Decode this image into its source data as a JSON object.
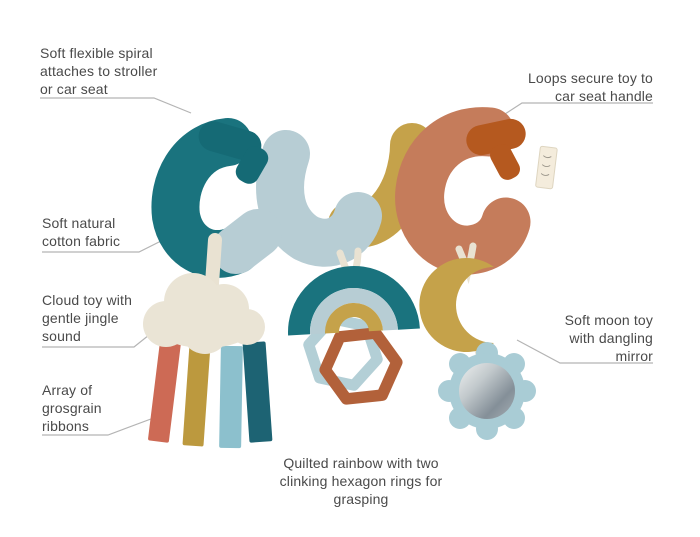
{
  "colors": {
    "background": "#ffffff",
    "text": "#4a4a4a",
    "leader_line": "#b4b4b4",
    "teal": "#1a737e",
    "teal_band": "#156a75",
    "light_blue": "#b7cdd4",
    "mustard": "#c5a24a",
    "terracotta": "#c57c5b",
    "orange_band": "#b5591f",
    "cream": "#e9e2d2",
    "cloud": "#eae4d5",
    "ribbon_coral": "#cd6a55",
    "ribbon_mustard": "#bc993e",
    "ribbon_blue": "#8cc0cd",
    "ribbon_teal": "#1d6373",
    "hex_blue": "#b3cfd6",
    "hex_terracotta": "#b2613a",
    "mirror_frame": "#a9ccd5",
    "mirror_grad_0": "#eef0f0",
    "mirror_grad_1": "#c2c9cc",
    "mirror_grad_2": "#848f98",
    "mirror_grad_3": "#a8b1b6",
    "tag_fill": "#f4ecdc",
    "tag_stroke": "#ded5c0"
  },
  "annotations": {
    "spiral": {
      "line1": "Soft flexible spiral",
      "line2": "attaches to stroller",
      "line3": "or car seat"
    },
    "loops": {
      "line1": "Loops secure toy to",
      "line2": "car seat handle"
    },
    "cotton": {
      "line1": "Soft natural",
      "line2": "cotton fabric"
    },
    "cloud": {
      "line1": "Cloud toy with",
      "line2": "gentle jingle",
      "line3": "sound"
    },
    "ribbons": {
      "line1": "Array of",
      "line2": "grosgrain",
      "line3": "ribbons"
    },
    "moon": {
      "line1": "Soft moon toy",
      "line2": "with dangling",
      "line3": "mirror"
    },
    "rainbow": {
      "line1": "Quilted rainbow with two",
      "line2": "clinking hexagon rings for",
      "line3": "grasping"
    }
  }
}
